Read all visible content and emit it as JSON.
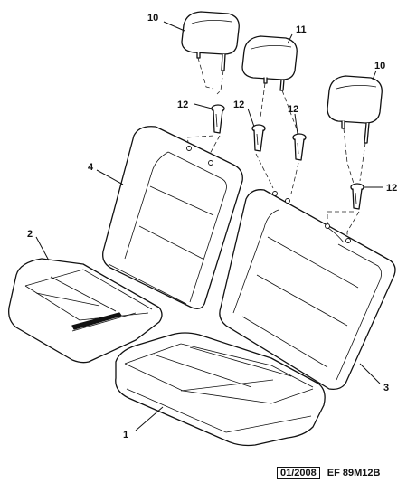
{
  "callouts": {
    "c10_left": "10",
    "c11": "11",
    "c10_right": "10",
    "c12_a": "12",
    "c12_b": "12",
    "c12_c": "12",
    "c12_d": "12",
    "c4": "4",
    "c2": "2",
    "c1": "1",
    "c3": "3"
  },
  "footer": {
    "date": "01/2008",
    "reference": "EF 89M12B"
  }
}
